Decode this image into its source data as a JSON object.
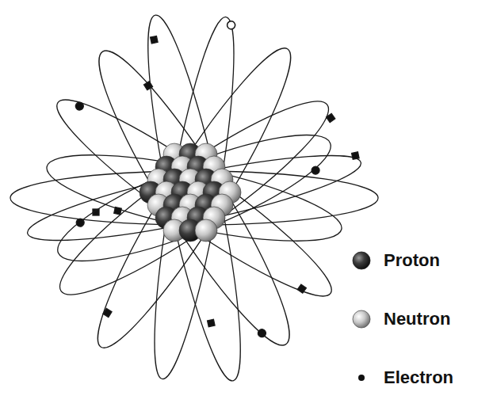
{
  "diagram": {
    "legend": [
      {
        "text": "Proton"
      },
      {
        "text": "Neutron"
      },
      {
        "text": "Electron"
      }
    ]
  }
}
